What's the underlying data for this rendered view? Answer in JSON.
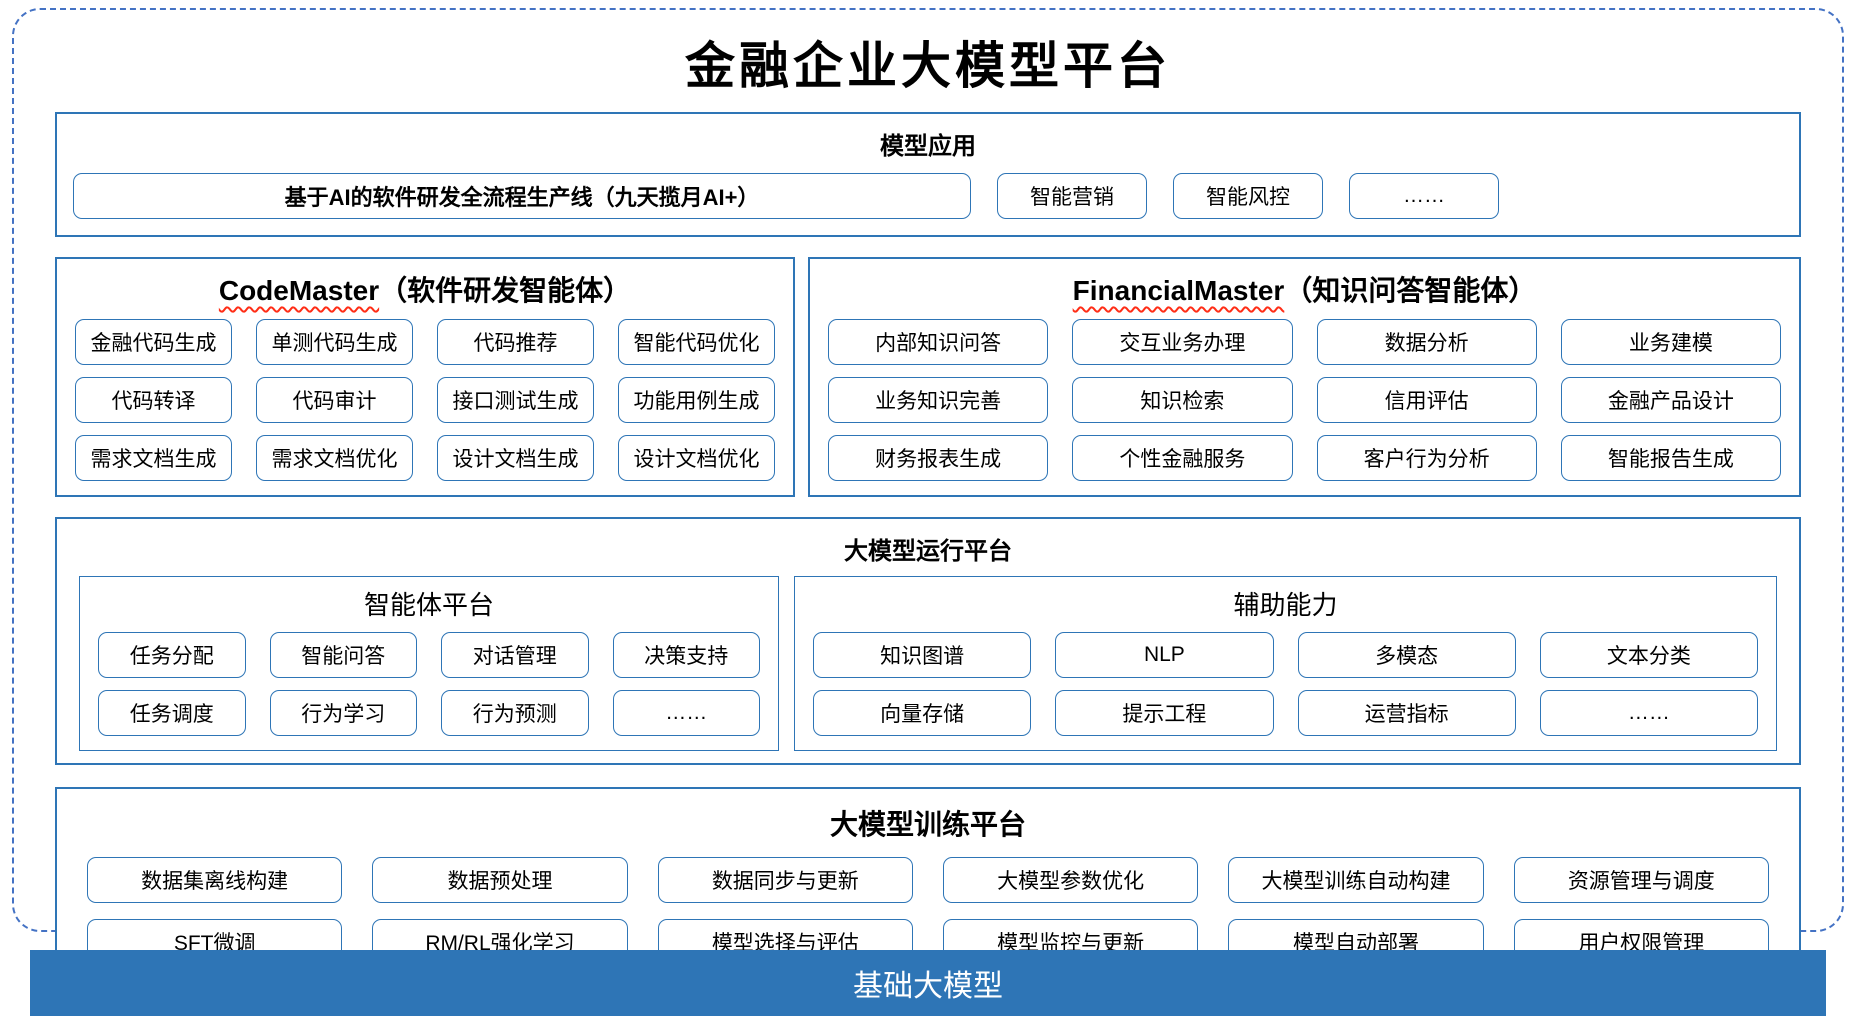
{
  "title": "金融企业大模型平台",
  "model_app": {
    "header": "模型应用",
    "pipeline": "基于AI的软件研发全流程生产线（九天揽月AI+）",
    "items": [
      "智能营销",
      "智能风控",
      "……"
    ]
  },
  "code_master": {
    "name": "CodeMaster",
    "subtitle": "（软件研发智能体）",
    "items": [
      "金融代码生成",
      "单测代码生成",
      "代码推荐",
      "智能代码优化",
      "代码转译",
      "代码审计",
      "接口测试生成",
      "功能用例生成",
      "需求文档生成",
      "需求文档优化",
      "设计文档生成",
      "设计文档优化"
    ]
  },
  "financial_master": {
    "name": "FinancialMaster",
    "subtitle": "（知识问答智能体）",
    "items": [
      "内部知识问答",
      "交互业务办理",
      "数据分析",
      "业务建模",
      "业务知识完善",
      "知识检索",
      "信用评估",
      "金融产品设计",
      "财务报表生成",
      "个性金融服务",
      "客户行为分析",
      "智能报告生成"
    ]
  },
  "runtime": {
    "header": "大模型运行平台",
    "agent_platform": {
      "header": "智能体平台",
      "items": [
        "任务分配",
        "智能问答",
        "对话管理",
        "决策支持",
        "任务调度",
        "行为学习",
        "行为预测",
        "……"
      ]
    },
    "aux_ability": {
      "header": "辅助能力",
      "items": [
        "知识图谱",
        "NLP",
        "多模态",
        "文本分类",
        "向量存储",
        "提示工程",
        "运营指标",
        "……"
      ]
    }
  },
  "training": {
    "header": "大模型训练平台",
    "items": [
      "数据集离线构建",
      "数据预处理",
      "数据同步与更新",
      "大模型参数优化",
      "大模型训练自动构建",
      "资源管理与调度",
      "SFT微调",
      "RM/RL强化学习",
      "模型选择与评估",
      "模型监控与更新",
      "模型自动部署",
      "用户权限管理"
    ]
  },
  "foundation": {
    "label": "基础大模型"
  },
  "colors": {
    "section_border": "#2E75B6",
    "dashed_border": "#4472C4",
    "foundation_bg": "#2E75B6",
    "squiggle_red": "#FF2D16",
    "text": "#000000"
  }
}
